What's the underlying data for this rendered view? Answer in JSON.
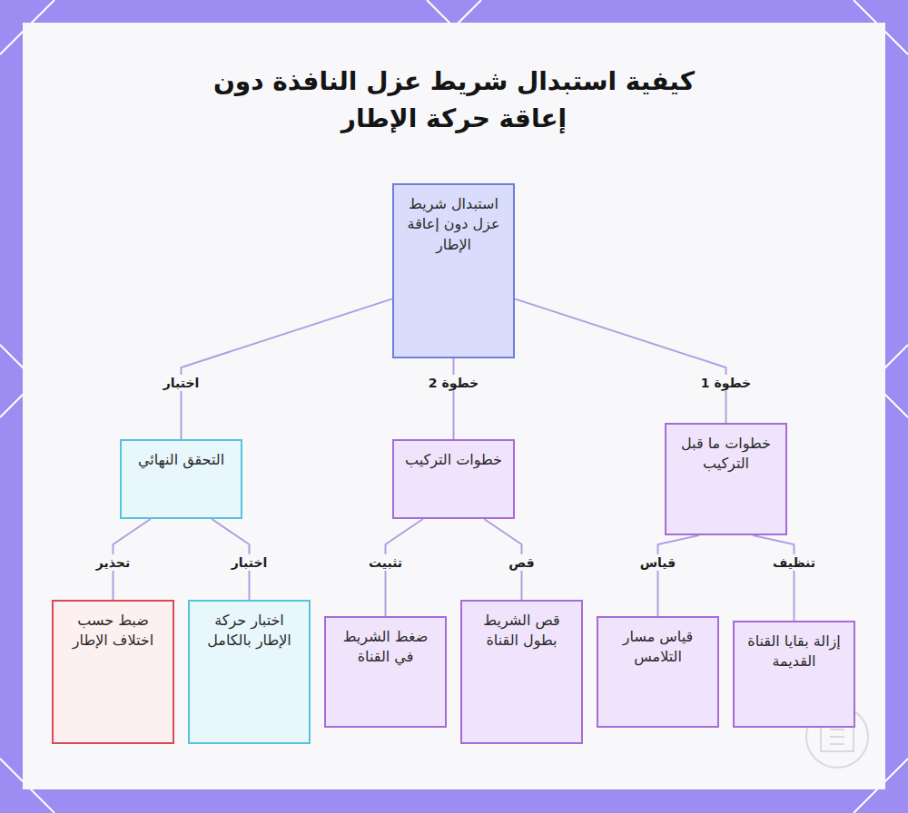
{
  "diagram": {
    "title": "كيفية استبدال شريط عزل النافذة دون إعاقة حركة الإطار",
    "nodes": [
      {
        "text": [
          "استبدال شريط عزل دون إعاقة الإطار"
        ]
      },
      {
        "text": [
          "خطوات ما قبل التركيب"
        ]
      },
      {
        "text": [
          "خطوات التركيب"
        ]
      },
      {
        "text": [
          "التحقق النهائي"
        ]
      },
      {
        "text": [
          "إزالة بقايا القناة القديمة"
        ]
      },
      {
        "text": [
          "قياس مسار التلامس"
        ]
      },
      {
        "text": [
          "قص الشريط بطول القناة"
        ]
      },
      {
        "text": [
          "ضغط الشريط في القناة"
        ]
      },
      {
        "text": [
          "اختبار حركة الإطار بالكامل"
        ]
      },
      {
        "text": [
          "ضبط حسب اختلاف الإطار"
        ]
      }
    ],
    "edges": [
      {
        "from": 0,
        "to": 1,
        "label": "خطوة 1",
        "arrow": "none"
      },
      {
        "from": 0,
        "to": 2,
        "label": "خطوة 2",
        "arrow": "none"
      },
      {
        "from": 0,
        "to": 3,
        "label": "اختبار",
        "arrow": "none"
      },
      {
        "from": 1,
        "to": 4,
        "label": "تنظيف",
        "arrow": "none"
      },
      {
        "from": 1,
        "to": 5,
        "label": "قياس",
        "arrow": "none"
      },
      {
        "from": 2,
        "to": 6,
        "label": "قص",
        "arrow": "none"
      },
      {
        "from": 2,
        "to": 7,
        "label": "تثبيت",
        "arrow": "none"
      },
      {
        "from": 3,
        "to": 8,
        "label": "اختبار",
        "arrow": "none"
      },
      {
        "from": 3,
        "to": 9,
        "label": "تحذير",
        "arrow": "none"
      }
    ]
  }
}
